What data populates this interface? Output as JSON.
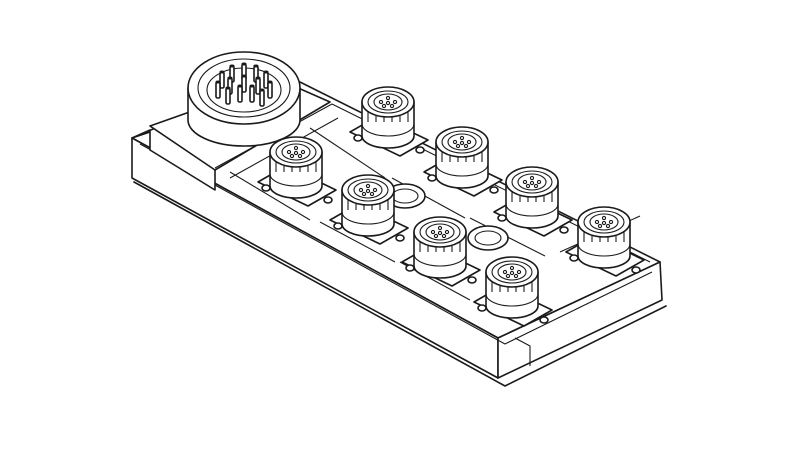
{
  "figure": {
    "subject": "distribution-box",
    "colors": {
      "stroke": "#1a1a1a",
      "background": "#ffffff"
    }
  },
  "ports": {
    "count": 8,
    "master_connector": "1"
  }
}
